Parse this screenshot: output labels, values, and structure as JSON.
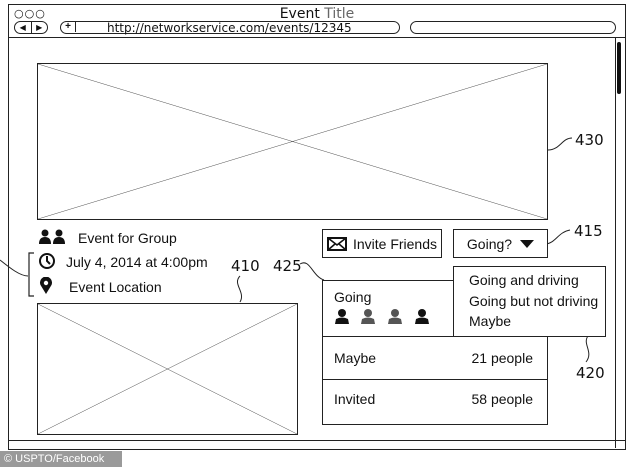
{
  "window": {
    "title_part1": "Event",
    "title_part2": "Title",
    "traffic_lights": "○○○",
    "nav_back": "◀",
    "nav_forward": "▶",
    "new_tab": "+",
    "url": "http://networkservice.com/events/12345",
    "search_value": ""
  },
  "event": {
    "group_label": "Event for Group",
    "datetime": "July 4, 2014 at 4:00pm",
    "location": "Event Location"
  },
  "actions": {
    "invite_label": "Invite Friends",
    "rsvp_label": "Going?"
  },
  "rsvp_menu": {
    "options": [
      "Going and driving",
      "Going but not driving",
      "Maybe"
    ]
  },
  "attendance": {
    "going_label": "Going",
    "rows": [
      {
        "label": "Maybe",
        "count": "21 people"
      },
      {
        "label": "Invited",
        "count": "58 people"
      }
    ]
  },
  "reference_numerals": {
    "cover_image": "430",
    "rsvp_button": "415",
    "attendance_list": "425",
    "secondary_image": "410",
    "rsvp_menu": "420"
  },
  "credit": "© USPTO/Facebook"
}
